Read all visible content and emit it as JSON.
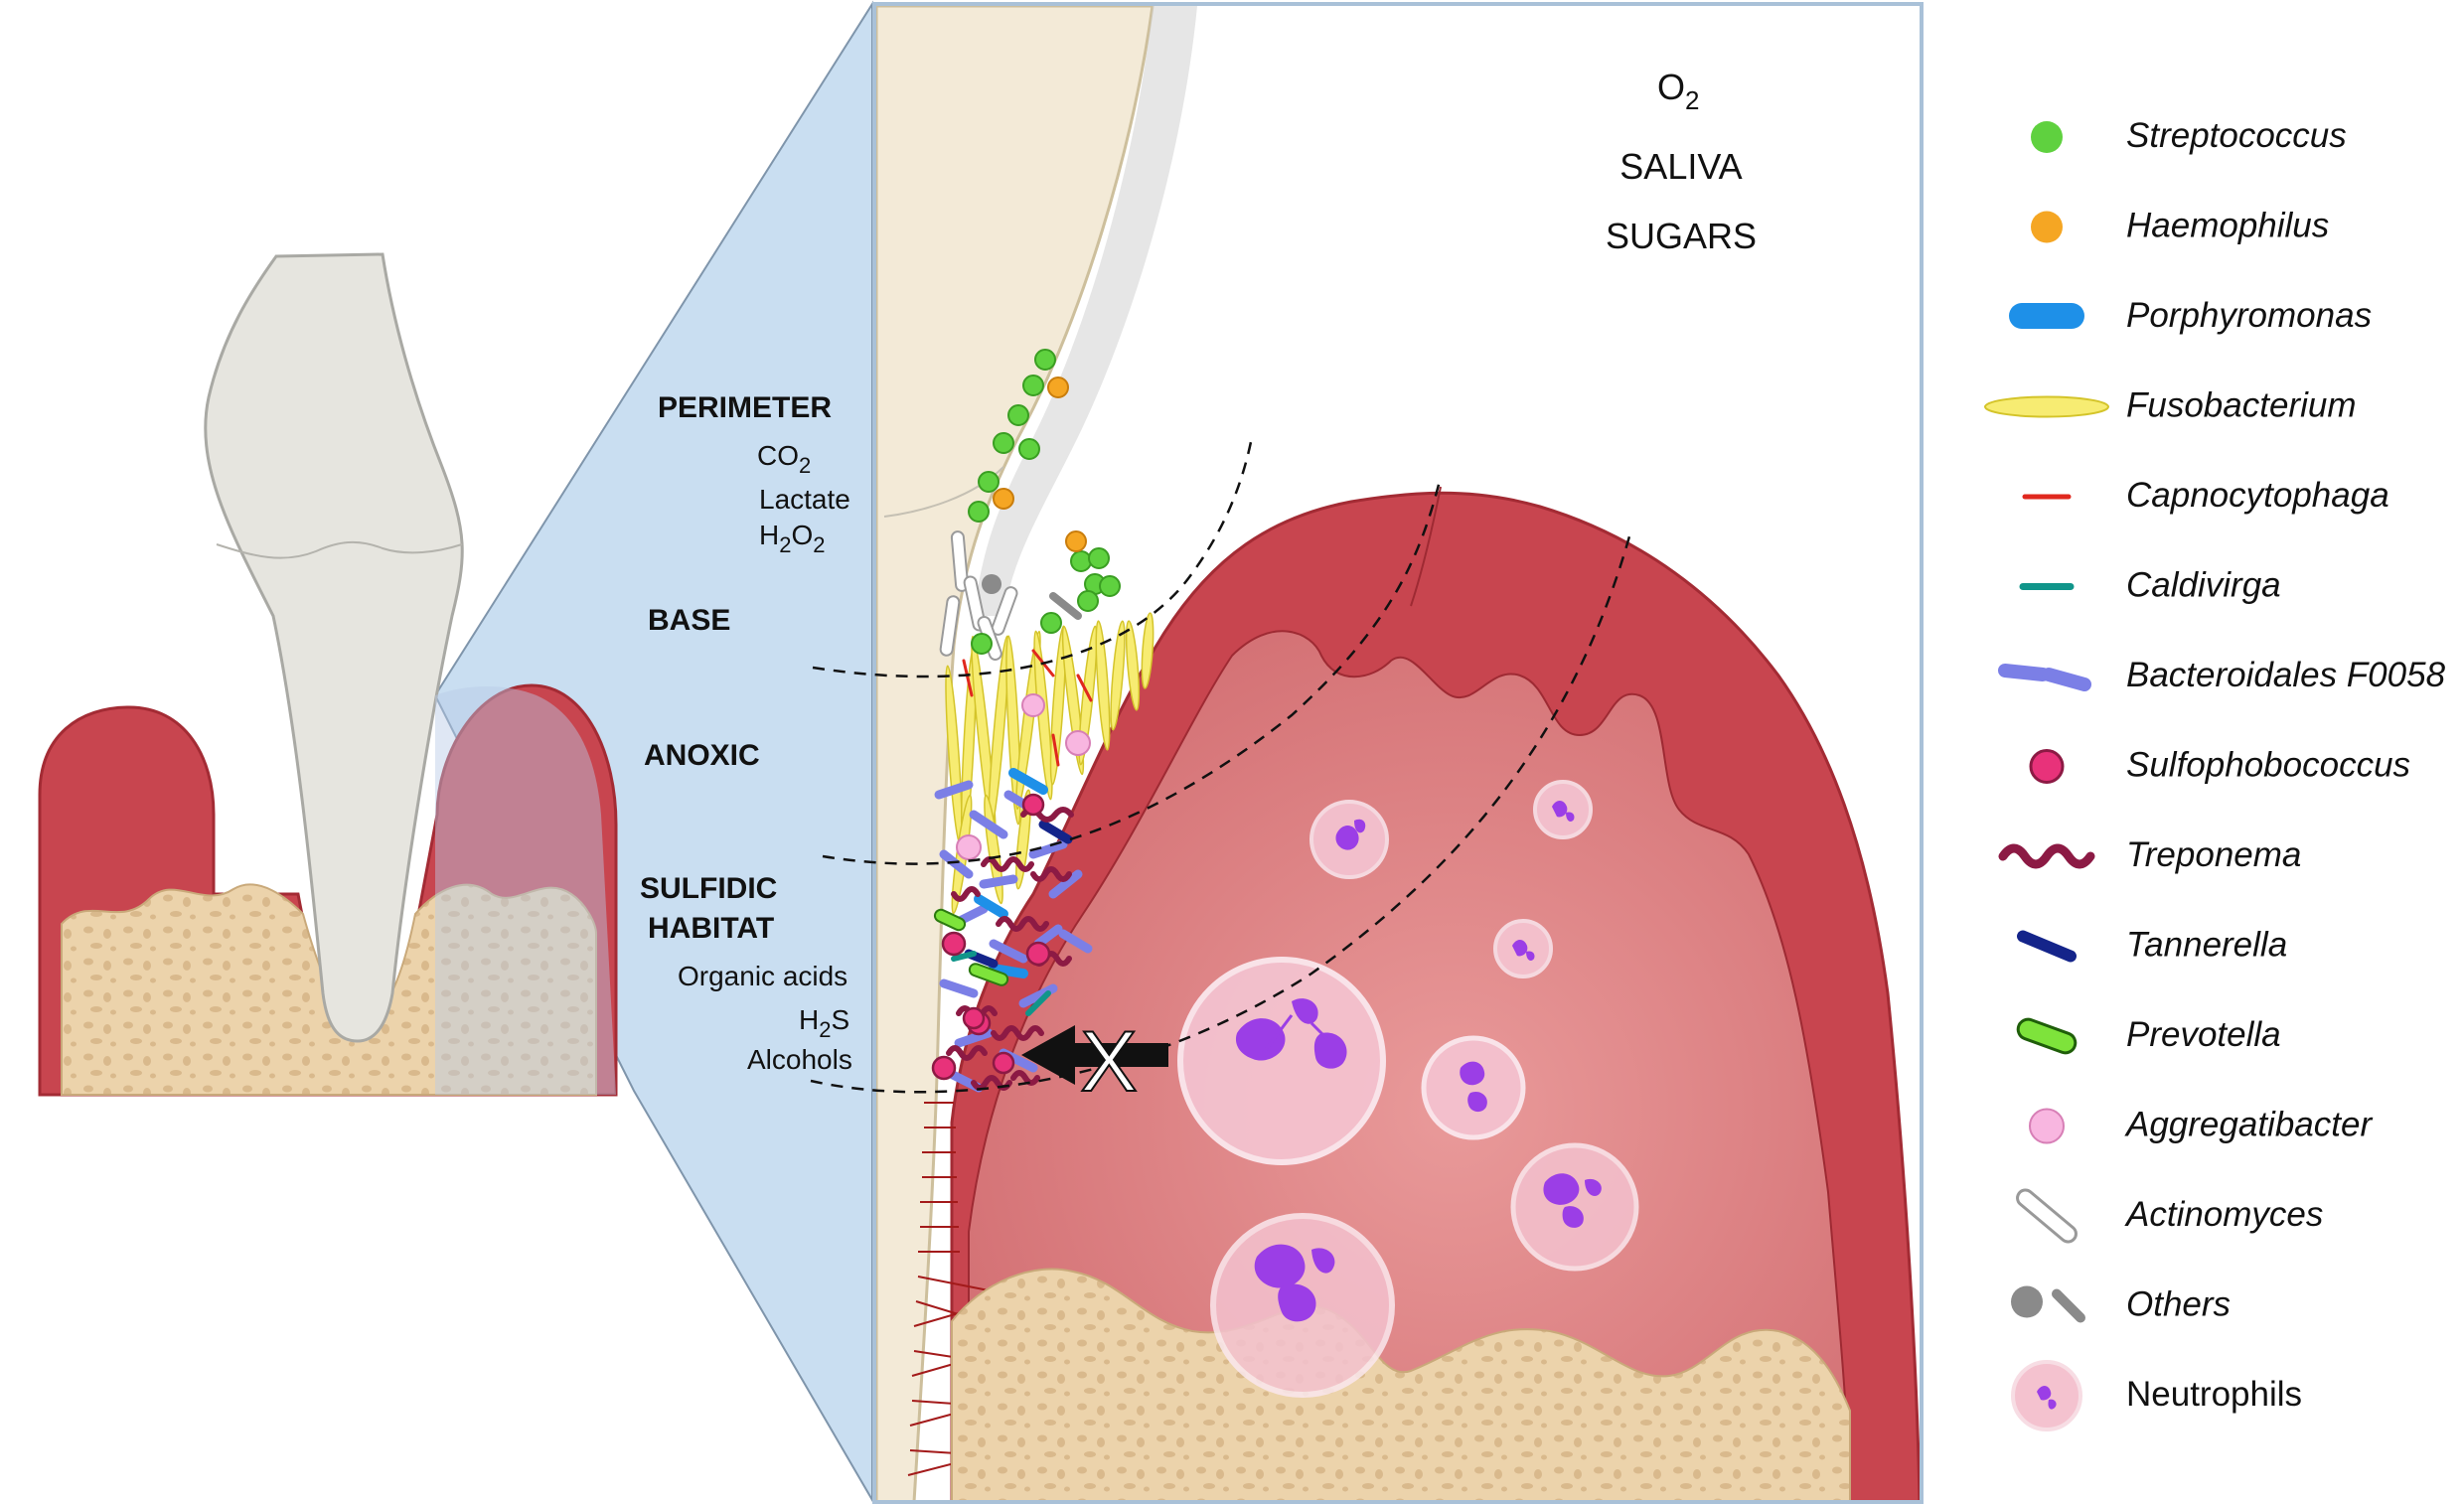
{
  "environment": {
    "o2": "O",
    "o2_sub": "2",
    "saliva": "SALIVA",
    "sugars": "SUGARS"
  },
  "zones": {
    "perimeter": {
      "title": "PERIMETER",
      "co2": "CO",
      "co2_sub": "2",
      "lactate": "Lactate",
      "h2o2_a": "H",
      "h2o2_b": "2",
      "h2o2_c": "O",
      "h2o2_d": "2"
    },
    "base": {
      "title": "BASE"
    },
    "anoxic": {
      "title": "ANOXIC"
    },
    "sulfidic": {
      "title_line1": "SULFIDIC",
      "title_line2": "HABITAT",
      "organic_acids": "Organic acids",
      "h2s_a": "H",
      "h2s_b": "2",
      "h2s_c": "S",
      "alcohols": "Alcohols"
    }
  },
  "blocked_marker": "X",
  "legend": [
    {
      "name": "Streptococcus",
      "icon": "green-coccus-icon",
      "italic": true,
      "color": "#5fd13f"
    },
    {
      "name": "Haemophilus",
      "icon": "orange-coccus-icon",
      "italic": true,
      "color": "#f5a623"
    },
    {
      "name": "Porphyromonas",
      "icon": "blue-rod-icon",
      "italic": true,
      "color": "#1e90e8"
    },
    {
      "name": "Fusobacterium",
      "icon": "yellow-fusiform-icon",
      "italic": true,
      "color": "#f7ec72"
    },
    {
      "name": "Capnocytophaga",
      "icon": "red-thin-rod-icon",
      "italic": true,
      "color": "#e0281e"
    },
    {
      "name": "Caldivirga",
      "icon": "teal-rod-icon",
      "italic": true,
      "color": "#10958a"
    },
    {
      "name": "Bacteroidales F0058",
      "icon": "lavender-chain-icon",
      "italic": true,
      "color": "#7b7fe6"
    },
    {
      "name": "Sulfophobococcus",
      "icon": "magenta-coccus-icon",
      "italic": true,
      "color": "#e8327a"
    },
    {
      "name": "Treponema",
      "icon": "spirochete-icon",
      "italic": true,
      "color": "#8c1a44"
    },
    {
      "name": "Tannerella",
      "icon": "navy-rod-icon",
      "italic": true,
      "color": "#14248a"
    },
    {
      "name": "Prevotella",
      "icon": "green-capsule-icon",
      "italic": true,
      "color": "#7ee33b"
    },
    {
      "name": "Aggregatibacter",
      "icon": "pink-coccus-icon",
      "italic": true,
      "color": "#f8b6e0"
    },
    {
      "name": "Actinomyces",
      "icon": "outline-rod-icon",
      "italic": true,
      "color": "#999999"
    },
    {
      "name": "Others",
      "icon": "gray-coccus-rod-icon",
      "italic": true,
      "color": "#8a8a8a"
    },
    {
      "name": "Neutrophils",
      "icon": "neutrophil-icon",
      "italic": false,
      "color": "#f4c2cf"
    }
  ],
  "colors": {
    "gum": "#c8454f",
    "gum_light": "#e58a8c",
    "bone": "#ecd3ab",
    "tooth": "#e6e5df",
    "enamel_root": "#f3ead7",
    "zoom_wedge": "#c9def1",
    "neutrophil_nucleus": "#9b3ee6"
  }
}
